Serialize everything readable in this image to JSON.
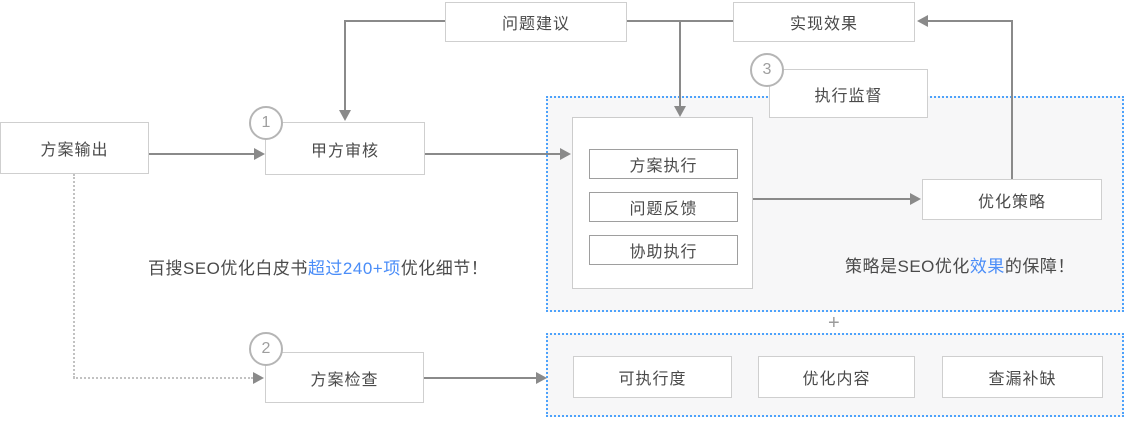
{
  "nodes": {
    "plan_output": "方案输出",
    "party_a_review": "甲方审核",
    "problem_suggestion": "问题建议",
    "achieve_effect": "实现效果",
    "execution_supervision": "执行监督",
    "optimization_strategy": "优化策略",
    "plan_execution": "方案执行",
    "problem_feedback": "问题反馈",
    "assist_execution": "协助执行",
    "plan_check": "方案检查",
    "executability": "可执行度",
    "optimization_content": "优化内容",
    "gap_filling": "查漏补缺"
  },
  "badges": {
    "one": "1",
    "two": "2",
    "three": "3"
  },
  "notes": {
    "whitepaper": {
      "pre": "百搜SEO优化白皮书",
      "highlight": "超过240+项",
      "post": "优化细节！"
    },
    "strategy": {
      "pre": "策略是SEO优化",
      "highlight": "效果",
      "post": "的保障！"
    }
  },
  "icons": {
    "plus": "+"
  },
  "colors": {
    "accent_blue_text": "#4a8df8",
    "dashed_region_border": "#4da2fb",
    "region_background": "#f7f7f8",
    "connector_gray": "#8a8a8a",
    "box_border": "#cfcfcf",
    "text": "#4a4a4a"
  }
}
